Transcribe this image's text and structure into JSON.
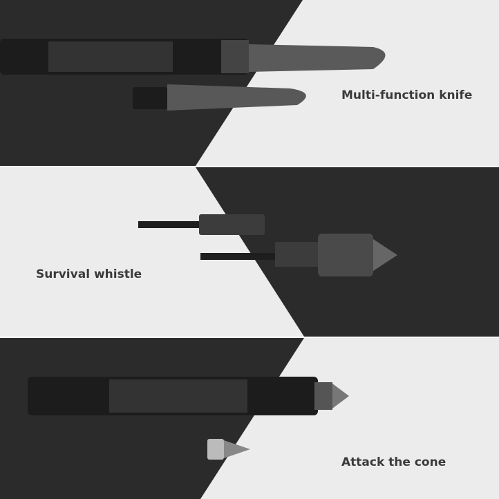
{
  "panels": [
    {
      "label": "Multi-function knife"
    },
    {
      "label": "Survival whistle"
    },
    {
      "label": "Attack the cone"
    }
  ],
  "colors": {
    "dark": "#2b2b2b",
    "light": "#ececec",
    "metal": "#3a3a3a"
  }
}
